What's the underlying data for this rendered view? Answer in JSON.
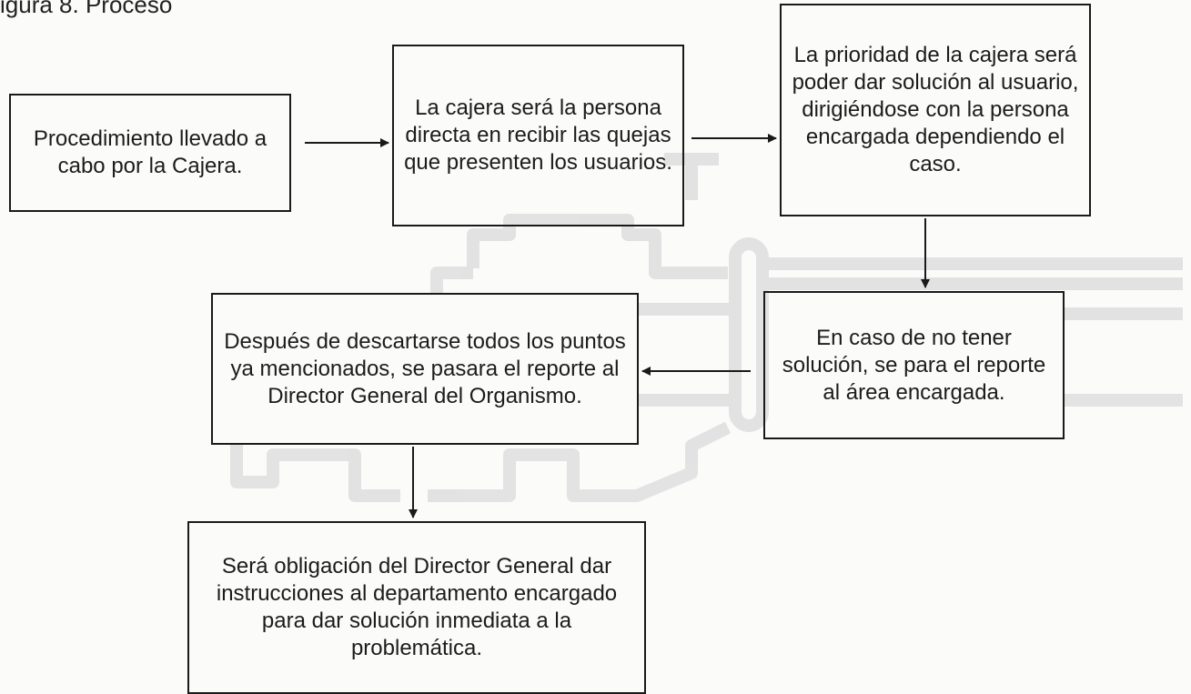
{
  "header_fragment": "igura 8. Proceso",
  "nodes": {
    "n1": "Procedimiento llevado a cabo por la Cajera.",
    "n2": "La cajera será la persona directa en recibir las quejas que presenten los usuarios.",
    "n3": "La prioridad de la cajera será poder dar solución al usuario, dirigiéndose con la persona encargada dependiendo el caso.",
    "n4": "En caso de no tener solución, se para el reporte al área encargada.",
    "n5": "Después de descartarse todos los puntos ya mencionados, se pasara el reporte al Director General del Organismo.",
    "n6": "Será obligación del Director General dar instrucciones al departamento encargado para dar solución inmediata a la problemática."
  },
  "colors": {
    "border": "#1a1a1a",
    "text": "#1c1c1c",
    "watermark": "#dcdcdc"
  }
}
